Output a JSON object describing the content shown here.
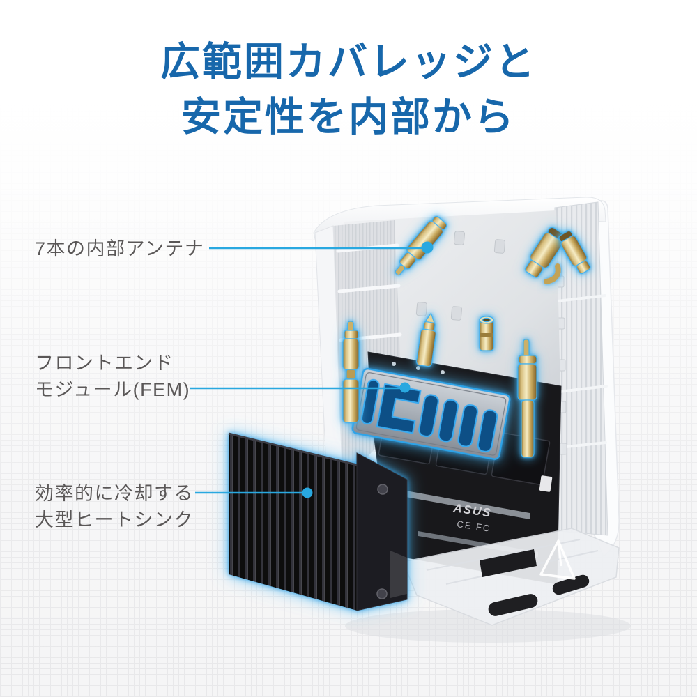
{
  "title": {
    "line1": "広範囲カバレッジと",
    "line2": "安定性を内部から"
  },
  "callouts": [
    {
      "id": "internal-antennas",
      "lines": [
        "7本の内部アンテナ"
      ]
    },
    {
      "id": "front-end-module",
      "lines": [
        "フロントエンド",
        "モジュール(FEM)"
      ]
    },
    {
      "id": "large-heatsink",
      "lines": [
        "効率的に冷却する",
        "大型ヒートシンク"
      ]
    }
  ],
  "product": {
    "type": "wireless-router-internal-view",
    "antenna_count": 7,
    "pcb_brand": "ASUS",
    "cert_marks": "CE FC"
  },
  "colors": {
    "title_blue": "#1767ab",
    "label_gray": "#5a5757",
    "leader_blue": "#29a8e0",
    "glow_blue": "#2ea3e8",
    "antenna_gold": "#d8bc74",
    "heatsink_black": "#121214",
    "shell_white": "#fbfcfd"
  }
}
